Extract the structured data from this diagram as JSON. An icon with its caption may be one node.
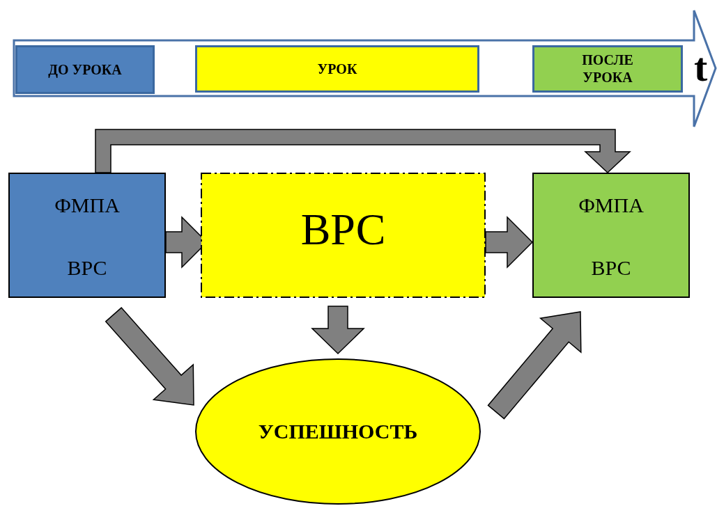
{
  "diagram": {
    "nodes": [
      {
        "text": [
          "t"
        ]
      },
      {
        "text": [
          "ДО УРОКА"
        ],
        "in": 0
      },
      {
        "text": [
          "УРОК"
        ],
        "in": 0
      },
      {
        "text": [
          "ПОСЛЕ УРОКА"
        ],
        "in": 0
      },
      {
        "text": [
          "ФМПА",
          "ВРС"
        ]
      },
      {
        "text": [
          "ВРС"
        ]
      },
      {
        "text": [
          "ФМПА",
          "ВРС"
        ]
      },
      {
        "text": [
          "УСПЕШНОСТЬ"
        ]
      }
    ],
    "edges": [
      {
        "from": 4,
        "to": 5,
        "arrow": "to"
      },
      {
        "from": 5,
        "to": 6,
        "arrow": "to"
      },
      {
        "from": 4,
        "to": 6,
        "arrow": "to"
      },
      {
        "from": 4,
        "to": 7,
        "arrow": "to"
      },
      {
        "from": 5,
        "to": 7,
        "arrow": "to"
      },
      {
        "from": 7,
        "to": 6,
        "arrow": "to"
      }
    ]
  }
}
